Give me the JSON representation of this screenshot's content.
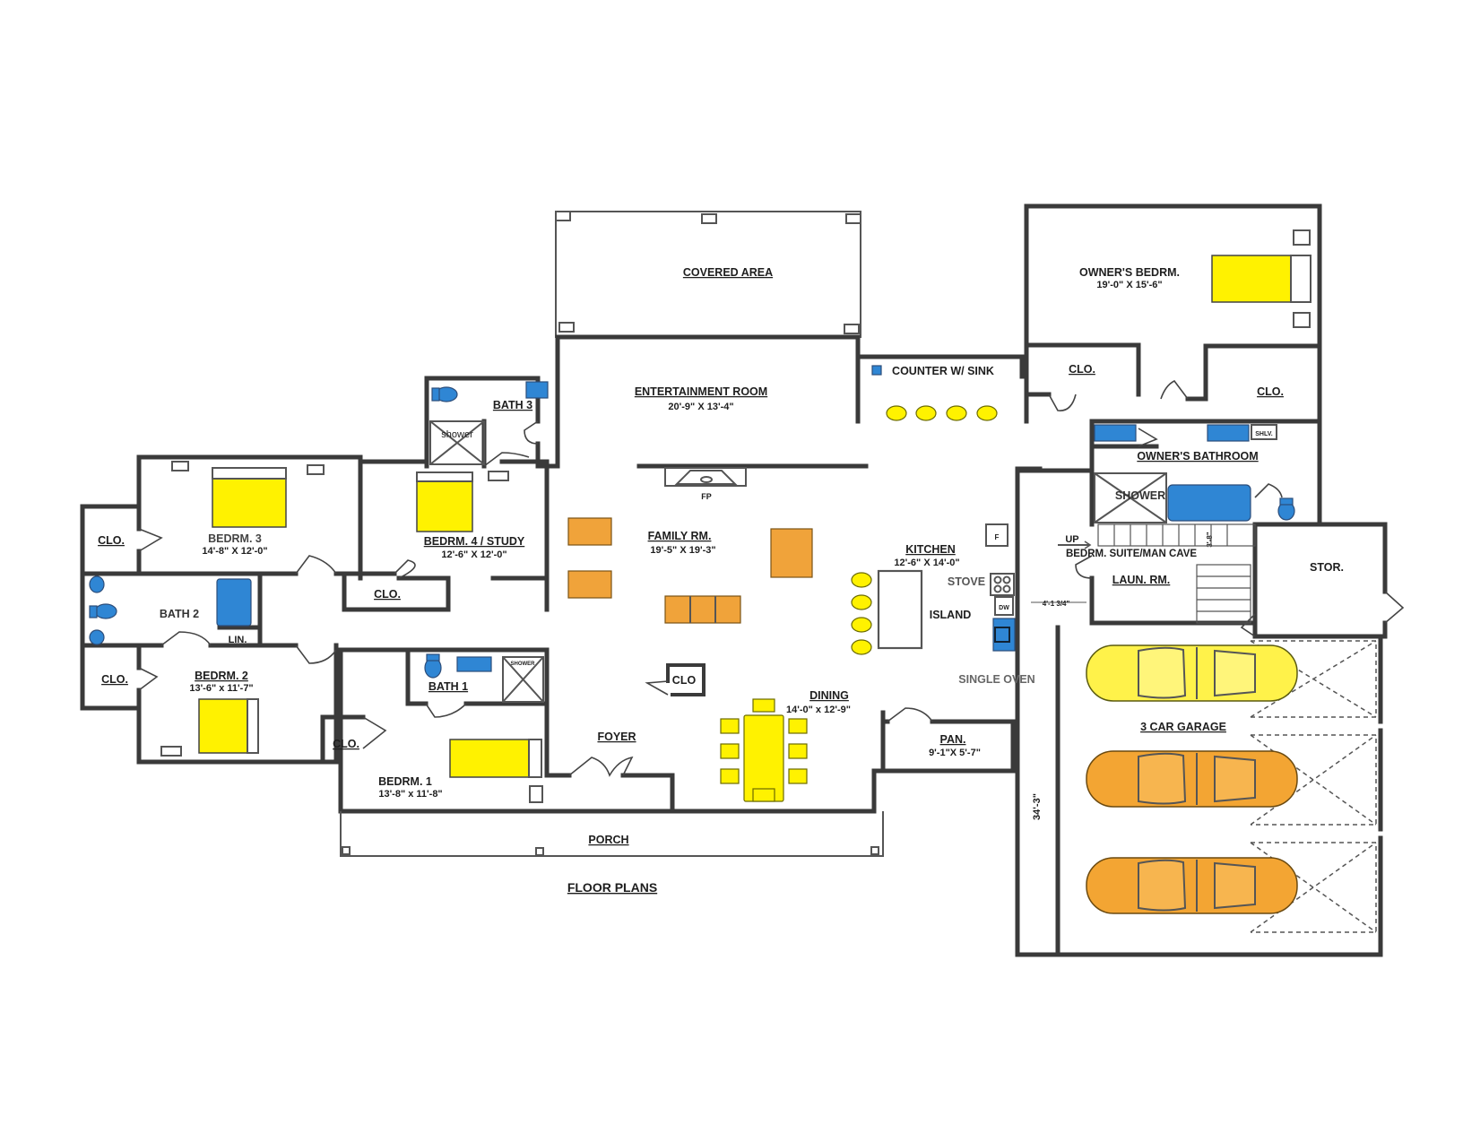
{
  "title": "FLOOR PLANS",
  "colors": {
    "bed": "#fff200",
    "fixture": "#2f86d4",
    "furniture": "#f0a33a",
    "wall": "#3a3a3a"
  },
  "rooms": {
    "covered_area": {
      "name": "COVERED AREA"
    },
    "entertainment_room": {
      "name": "ENTERTAINMENT ROOM",
      "size": "20'-9\" X 13'-4\""
    },
    "counter_sink": {
      "name": "COUNTER W/ SINK"
    },
    "owners_bedroom": {
      "name": "OWNER'S BEDRM.",
      "size": "19'-0\" X 15'-6\""
    },
    "owners_clo_1": {
      "name": "CLO."
    },
    "owners_clo_2": {
      "name": "CLO."
    },
    "owners_bathroom": {
      "name": "OWNER'S BATHROOM",
      "shower": "SHOWER",
      "shelf": "SHLV."
    },
    "bath3": {
      "name": "BATH 3",
      "shower": "shower"
    },
    "bedrm3": {
      "name": "BEDRM. 3",
      "size": "14'-8\" X 12'-0\""
    },
    "bedrm4": {
      "name": "BEDRM. 4 / STUDY",
      "size": "12'-6\" X 12'-0\""
    },
    "clo_bed3": {
      "name": "CLO."
    },
    "clo_bed4": {
      "name": "CLO."
    },
    "bath2": {
      "name": "BATH 2",
      "linen": "LIN."
    },
    "bedrm2": {
      "name": "BEDRM. 2",
      "size": "13'-6\" x 11'-7\""
    },
    "clo_bed2": {
      "name": "CLO."
    },
    "clo_bed1": {
      "name": "CLO."
    },
    "bath1": {
      "name": "BATH 1",
      "shower": "SHOWER"
    },
    "bedrm1": {
      "name": "BEDRM. 1",
      "size": "13'-8\" x 11'-8\""
    },
    "family_room": {
      "name": "FAMILY RM.",
      "size": "19'-5\" X 19'-3\"",
      "fireplace": "FP"
    },
    "kitchen": {
      "name": "KITCHEN",
      "size": "12'-6\" X 14'-0\"",
      "stove": "STOVE",
      "island": "ISLAND",
      "oven": "SINGLE OVEN",
      "fridge": "F",
      "dw": "DW"
    },
    "hall_clo": {
      "name": "CLO"
    },
    "dining": {
      "name": "DINING",
      "size": "14'-0\" x 12'-9\""
    },
    "foyer": {
      "name": "FOYER"
    },
    "porch": {
      "name": "PORCH"
    },
    "pantry": {
      "name": "PAN.",
      "size": "9'-1\"X 5'-7\""
    },
    "stairs": {
      "up": "UP",
      "name": "BEDRM. SUITE/MAN CAVE",
      "note": "3'-8\""
    },
    "laundry": {
      "name": "LAUN. RM.",
      "passage": "4'-1 3/4\""
    },
    "storage": {
      "name": "STOR."
    },
    "garage": {
      "name": "3 CAR GARAGE",
      "depth": "34'-3\""
    }
  }
}
